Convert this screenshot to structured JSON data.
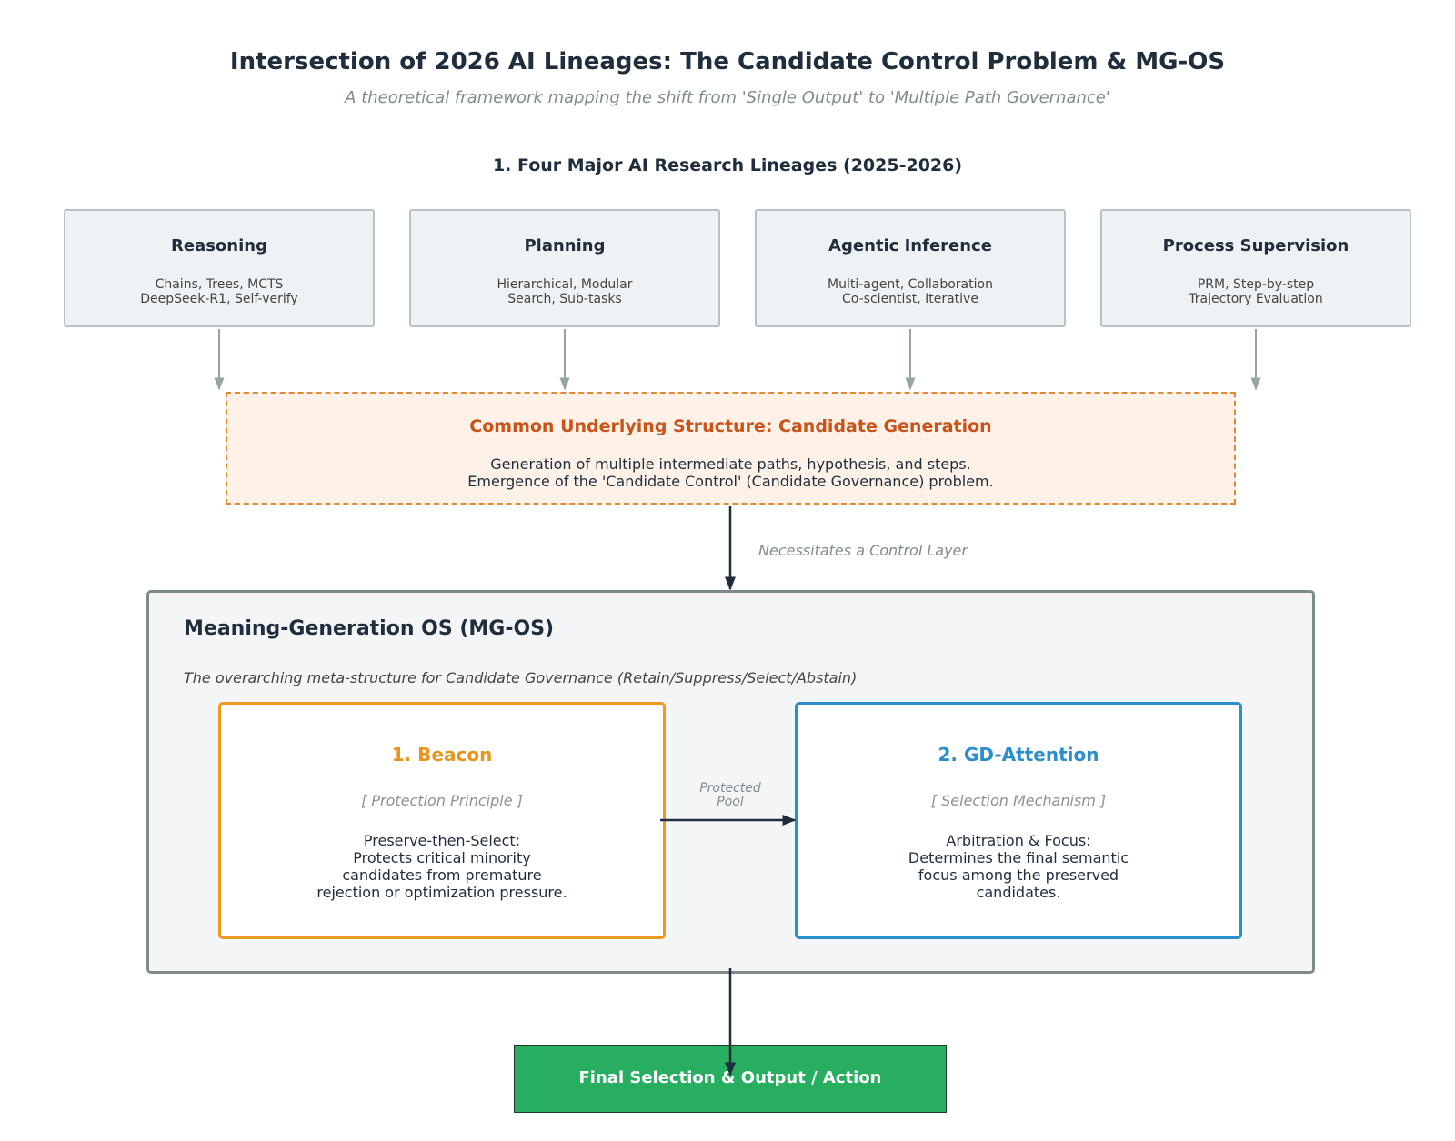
{
  "header": {
    "title": "Intersection of 2026 AI Lineages: The Candidate Control Problem & MG-OS",
    "subtitle": "A theoretical framework mapping the shift from 'Single Output' to 'Multiple Path Governance'"
  },
  "lineages": {
    "heading": "1. Four Major AI Research Lineages (2025-2026)",
    "items": [
      {
        "title": "Reasoning",
        "desc": "Chains, Trees, MCTS\nDeepSeek-R1, Self-verify"
      },
      {
        "title": "Planning",
        "desc": "Hierarchical, Modular\nSearch, Sub-tasks"
      },
      {
        "title": "Agentic Inference",
        "desc": "Multi-agent, Collaboration\nCo-scientist, Iterative"
      },
      {
        "title": "Process Supervision",
        "desc": "PRM, Step-by-step\nTrajectory Evaluation"
      }
    ]
  },
  "common": {
    "title": "Common Underlying Structure: Candidate Generation",
    "desc": "Generation of multiple intermediate paths, hypothesis, and steps.\nEmergence of the 'Candidate Control' (Candidate Governance) problem."
  },
  "control_label": "Necessitates a Control Layer",
  "mgos": {
    "title": "Meaning-Generation OS (MG-OS)",
    "desc": "The overarching meta-structure for Candidate Governance (Retain/Suppress/Select/Abstain)",
    "beacon": {
      "title": "1. Beacon",
      "role": "[ Protection Principle ]",
      "desc": "Preserve-then-Select:\nProtects critical minority\ncandidates from premature\nrejection or optimization pressure."
    },
    "pool_label": "Protected\nPool",
    "gd_attention": {
      "title": "2. GD-Attention",
      "role": "[ Selection Mechanism ]",
      "desc": "Arbitration & Focus:\nDetermines the final semantic\nfocus among the preserved\ncandidates."
    }
  },
  "final": {
    "label": "Final Selection & Output / Action"
  },
  "colors": {
    "lineage_fill": "#eef2f5",
    "common_border": "#e08a34",
    "common_title": "#c9541a",
    "beacon": "#eb9a1c",
    "gd_attention": "#2a8fcc",
    "final_fill": "#27ae60",
    "dark_arrow": "#1f2d3d",
    "gray_arrow": "#95a5a6"
  }
}
